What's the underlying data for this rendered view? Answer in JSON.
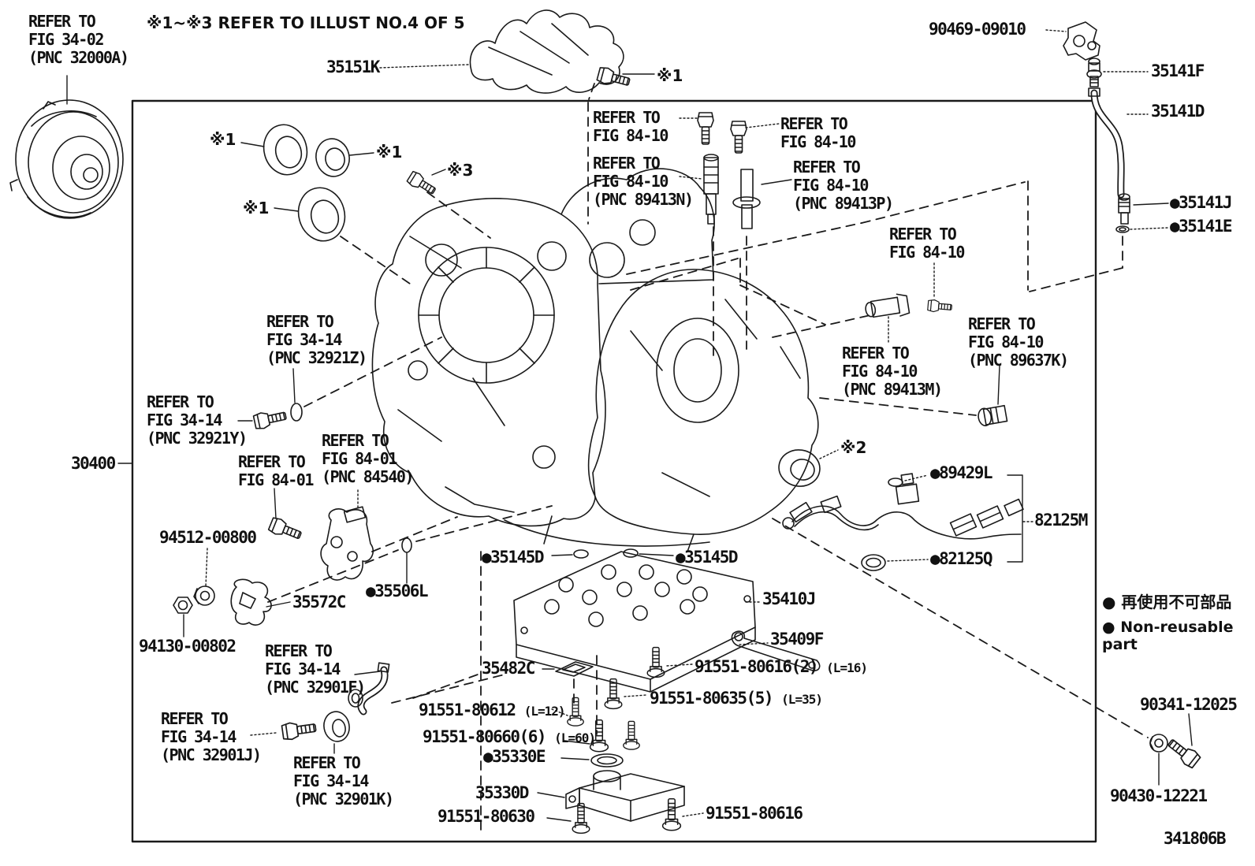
{
  "diagram": {
    "fig_code": "341806B",
    "note": "※1~※3 REFER TO ILLUST NO.4 OF 5",
    "colors": {
      "line": "#1a1a1a",
      "background": "#ffffff"
    },
    "legend": {
      "non_reusable_jp": "● 再使用不可部品",
      "non_reusable_en": "● Non-reusable part"
    },
    "labels": {
      "refer_fig34_02": "REFER TO\nFIG 34-02\n(PNC 32000A)",
      "part_35151k": "35151K",
      "part_90469": "90469-09010",
      "part_35141f": "35141F",
      "part_35141d": "35141D",
      "part_35141j": "●35141J",
      "part_35141e": "●35141E",
      "refer_8410_a": "REFER TO\nFIG 84-10",
      "refer_8410_b": "REFER TO\nFIG 84-10",
      "refer_8410_n": "REFER TO\nFIG 84-10\n(PNC 89413N)",
      "refer_8410_p": "REFER TO\nFIG 84-10\n(PNC 89413P)",
      "refer_8410_c": "REFER TO\nFIG 84-10",
      "refer_8410_m": "REFER TO\nFIG 84-10\n(PNC 89413M)",
      "refer_8410_k": "REFER TO\nFIG 84-10\n(PNC 89637K)",
      "sym1_a": "※1",
      "sym1_b": "※1",
      "sym3": "※3",
      "sym1_c": "※1",
      "sym1_d": "※1",
      "sym2": "※2",
      "refer_3414_z": "REFER TO\nFIG 34-14\n(PNC 32921Z)",
      "refer_3414_y": "REFER TO\nFIG 34-14\n(PNC 32921Y)",
      "part_30400": "30400",
      "refer_8401_a": "REFER TO\nFIG 84-01",
      "refer_8401_b": "REFER TO\nFIG 84-01\n(PNC 84540)",
      "part_94512": "94512-00800",
      "part_35572c": "35572C",
      "part_35506l": "●35506L",
      "part_94130": "94130-00802",
      "refer_3414_f": "REFER TO\nFIG 34-14\n(PNC 32901F)",
      "refer_3414_j": "REFER TO\nFIG 34-14\n(PNC 32901J)",
      "refer_3414_k": "REFER TO\nFIG 34-14\n(PNC 32901K)",
      "part_89429l": "●89429L",
      "part_82125m": "82125M",
      "part_82125q": "●82125Q",
      "part_35145d_a": "●35145D",
      "part_35145d_b": "●35145D",
      "part_35410j": "35410J",
      "part_35409f": "35409F",
      "part_35482c": "35482C",
      "part_35330e": "●35330E",
      "part_35330d": "35330D",
      "part_80630": "91551-80630",
      "part_80616": "91551-80616",
      "part_90341": "90341-12025",
      "part_90430": "90430-12221"
    },
    "bolt_labels": {
      "b80616_2": {
        "part": "91551-80616(2)",
        "len": "(L=16)"
      },
      "b80635_5": {
        "part": "91551-80635(5)",
        "len": "(L=35)"
      },
      "b80612": {
        "part": "91551-80612",
        "len": "(L=12)"
      },
      "b80660_6": {
        "part": "91551-80660(6)",
        "len": "(L=60)"
      }
    }
  }
}
